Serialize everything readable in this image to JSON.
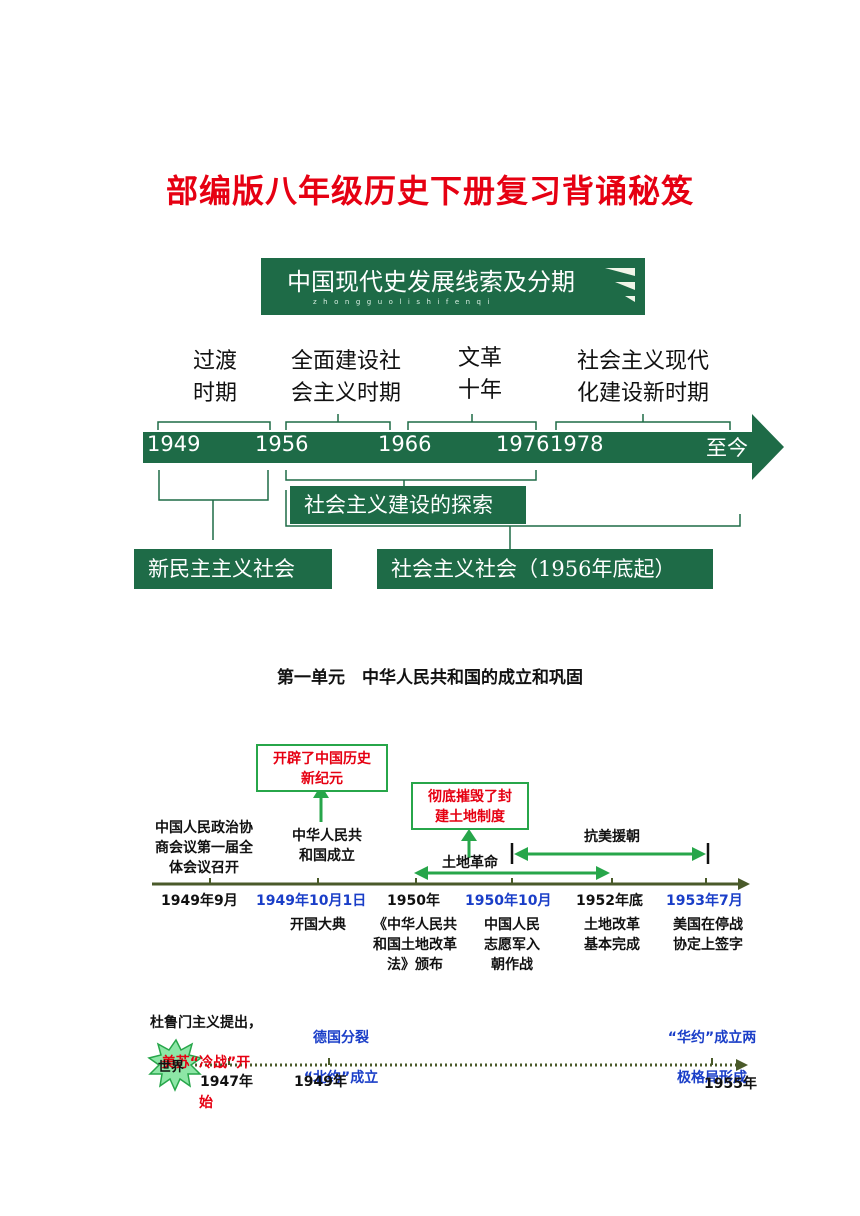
{
  "title": "部编版八年级历史下册复习背诵秘笈",
  "banner": {
    "main": "中国现代史发展线索及分期",
    "sub": "zhongguolishifenqi"
  },
  "timeline1": {
    "periods": [
      "过渡\n时期",
      "全面建设社\n会主义时期",
      "文革\n十年",
      "社会主义现代\n化建设新时期"
    ],
    "years": [
      "1949",
      "1956",
      "1966",
      "1976",
      "1978",
      "至今"
    ],
    "box_exploration": "社会主义建设的探索",
    "box_new_democratic": "新民主主义社会",
    "box_socialist": "社会主义社会（1956年底起）"
  },
  "section_title": "第一单元　中华人民共和国的成立和巩固",
  "timeline2": {
    "box1": "开辟了中国历史\n新纪元",
    "box2": "彻底摧毁了封\n建土地制度",
    "above": {
      "e1": "中国人民政治协\n商会议第一届全\n体会议召开",
      "e2": "中华人民共\n和国成立",
      "land_reform": "土地革命",
      "korea": "抗美援朝"
    },
    "dates": [
      "1949年9月",
      "1949年10月1日",
      "1950年",
      "1950年10月",
      "1952年底",
      "1953年7月"
    ],
    "below": {
      "b1": "开国大典",
      "b2": "《中华人民共\n和国土地改革\n法》颁布",
      "b3": "中国人民\n志愿军入\n朝作战",
      "b4": "土地改革\n基本完成",
      "b5": "美国在停战\n协定上签字"
    }
  },
  "world": {
    "truman_l1": "杜鲁门主义提出，",
    "truman_l2": "美苏“冷战”开",
    "truman_l3": "始",
    "germany_l1": "德国分裂",
    "germany_l2": "“北约”成立",
    "warsaw_l1": "“华约”成立两",
    "warsaw_l2": "极格局形成",
    "badge": "世界",
    "years": [
      "1947年",
      "1949年",
      "1955年"
    ]
  },
  "colors": {
    "title_red": "#e60012",
    "dark_green": "#1e6b47",
    "arrow_green": "#27a64a",
    "date_blue": "#1a3ec8",
    "axis_olive": "#4a5a2a"
  }
}
